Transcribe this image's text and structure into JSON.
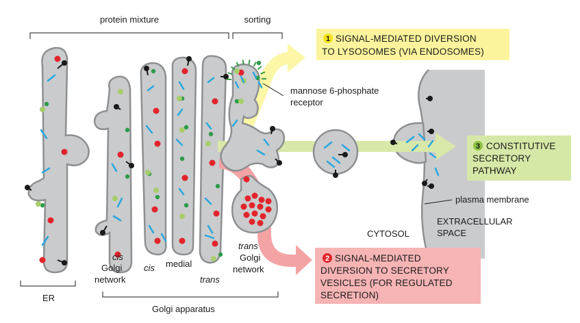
{
  "headers": {
    "protein_mixture": "protein mixture",
    "sorting": "sorting"
  },
  "labels": {
    "mannose_receptor_line1": "mannose 6-phosphate",
    "mannose_receptor_line2": "receptor",
    "plasma_membrane": "plasma membrane",
    "cytosol": "CYTOSOL",
    "extracellular_line1": "EXTRACELLULAR",
    "extracellular_line2": "SPACE",
    "cis_golgi_line1": "cis",
    "cis_golgi_line2": "Golgi",
    "cis_golgi_line3": "network",
    "cis": "cis",
    "medial": "medial",
    "trans": "trans",
    "trans_golgi_line1": "trans",
    "trans_golgi_line2": "Golgi",
    "trans_golgi_line3": "network",
    "er": "ER",
    "golgi_apparatus": "Golgi apparatus"
  },
  "pathways": [
    {
      "number": "1",
      "line1": "SIGNAL-MEDIATED DIVERSION",
      "line2": "TO LYSOSOMES (VIA ENDOSOMES)",
      "line3": "",
      "box_color": "#fbf49c",
      "badge_color": "#f2e21a"
    },
    {
      "number": "2",
      "line1": "SIGNAL-MEDIATED",
      "line2": "DIVERSION TO SECRETORY",
      "line3": "VESICLES (FOR REGULATED",
      "line4": "SECRETION)",
      "box_color": "#f6b4b4",
      "badge_color": "#e0242b"
    },
    {
      "number": "3",
      "line1": "CONSTITUTIVE",
      "line2": "SECRETORY",
      "line3": "PATHWAY",
      "box_color": "#d6e8a6",
      "badge_color": "#8cc043"
    }
  ],
  "colors": {
    "cell_gray": "#c9cbcd",
    "membrane_gray": "#8d8f91",
    "yellow_arrow": "#fbf7a6",
    "green_arrow": "#d8e8a8",
    "red_arrow": "#f4a3a5",
    "dot_red": "#e2242b",
    "dot_green": "#2e9b49",
    "dot_lightgreen": "#a7cd6a",
    "rod_blue": "#29a7de",
    "receptor_green": "#3a9a4a"
  }
}
